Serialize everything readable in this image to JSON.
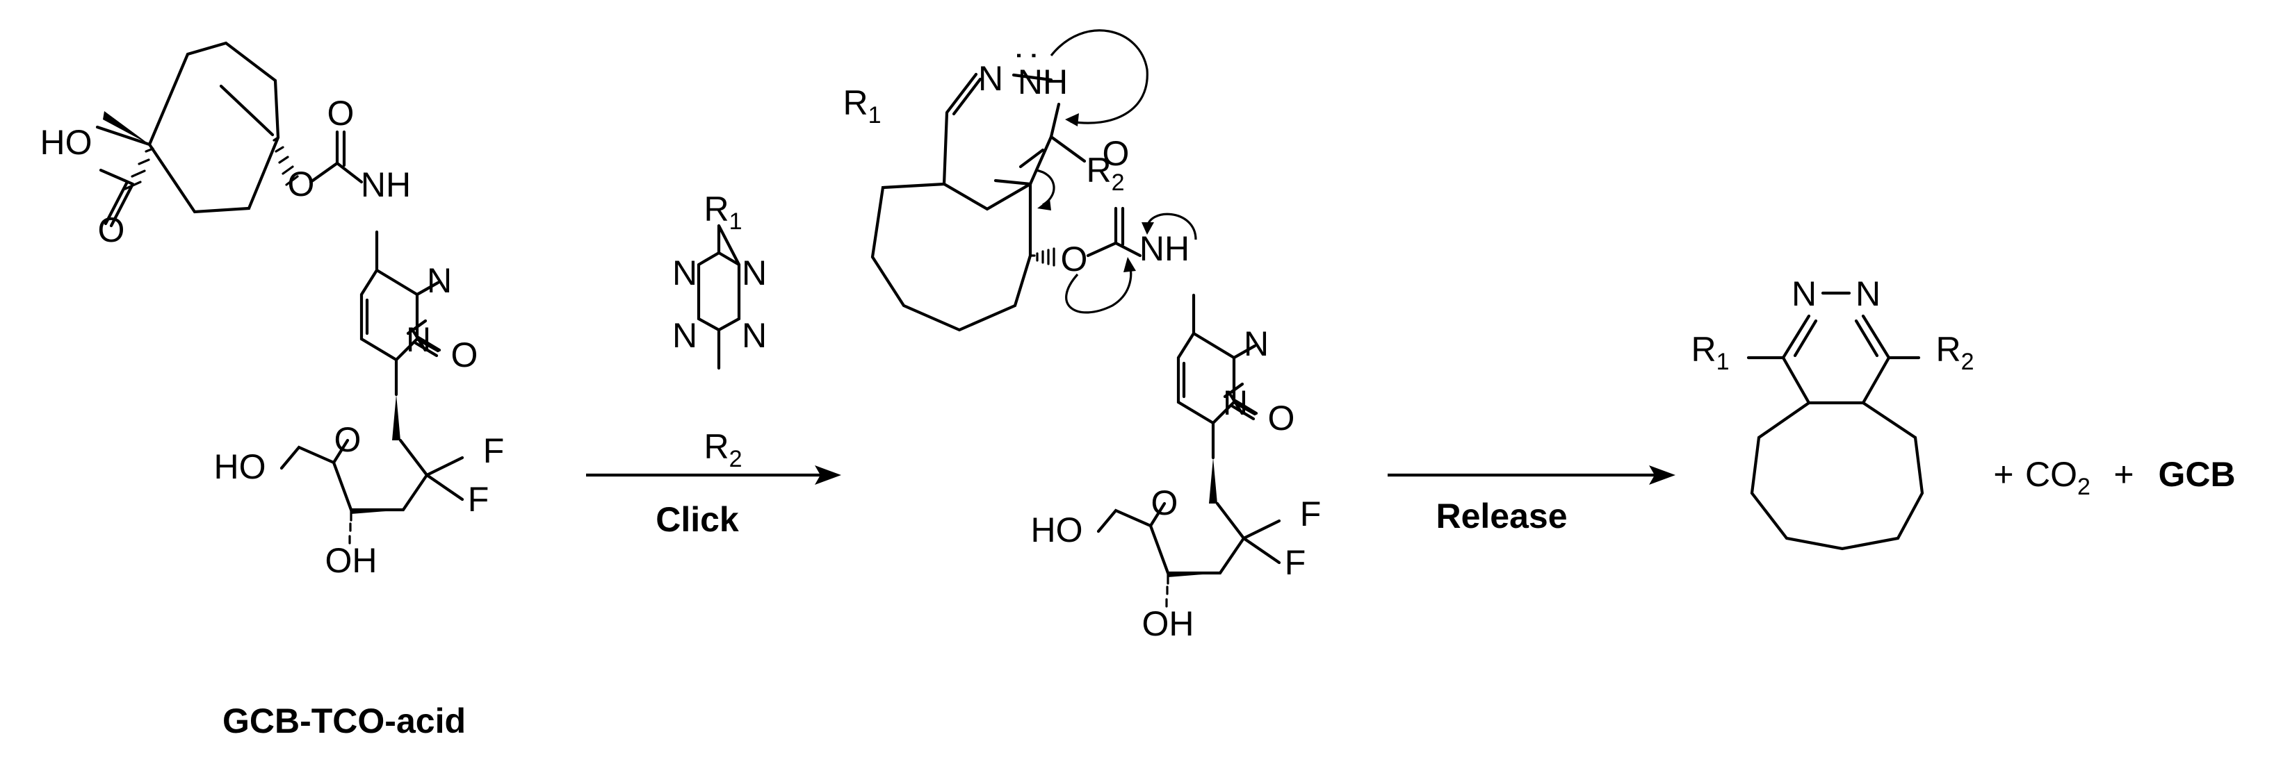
{
  "atoms": {
    "O": "O",
    "N": "N",
    "F": "F",
    "NH": "NH",
    "HO": "HO",
    "OH": "OH",
    "R": "R",
    "sub1": "1",
    "sub2": "2",
    "C": "CO",
    "lone_pair": ":"
  },
  "labels": {
    "compound": "GCB-TCO-acid",
    "step1": "Click",
    "step2": "Release",
    "plus": "+",
    "co2_sub": "2",
    "gcb": "GCB"
  }
}
